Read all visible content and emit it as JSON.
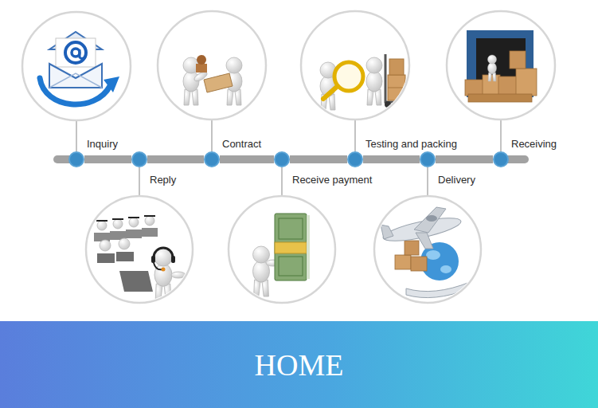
{
  "diagram": {
    "nodes": [
      {
        "text": [
          "Inquiry"
        ]
      },
      {
        "text": [
          "Reply"
        ]
      },
      {
        "text": [
          "Contract"
        ]
      },
      {
        "text": [
          "Receive payment"
        ]
      },
      {
        "text": [
          "Testing and packing"
        ]
      },
      {
        "text": [
          "Delivery"
        ]
      },
      {
        "text": [
          "Receiving"
        ]
      },
      {
        "text": [
          "HOME"
        ]
      }
    ],
    "edges": [
      {
        "from": 0,
        "to": 1,
        "arrow": "none"
      },
      {
        "from": 1,
        "to": 2,
        "arrow": "none"
      },
      {
        "from": 2,
        "to": 3,
        "arrow": "none"
      },
      {
        "from": 3,
        "to": 4,
        "arrow": "none"
      },
      {
        "from": 4,
        "to": 5,
        "arrow": "none"
      },
      {
        "from": 5,
        "to": 6,
        "arrow": "none"
      }
    ]
  }
}
